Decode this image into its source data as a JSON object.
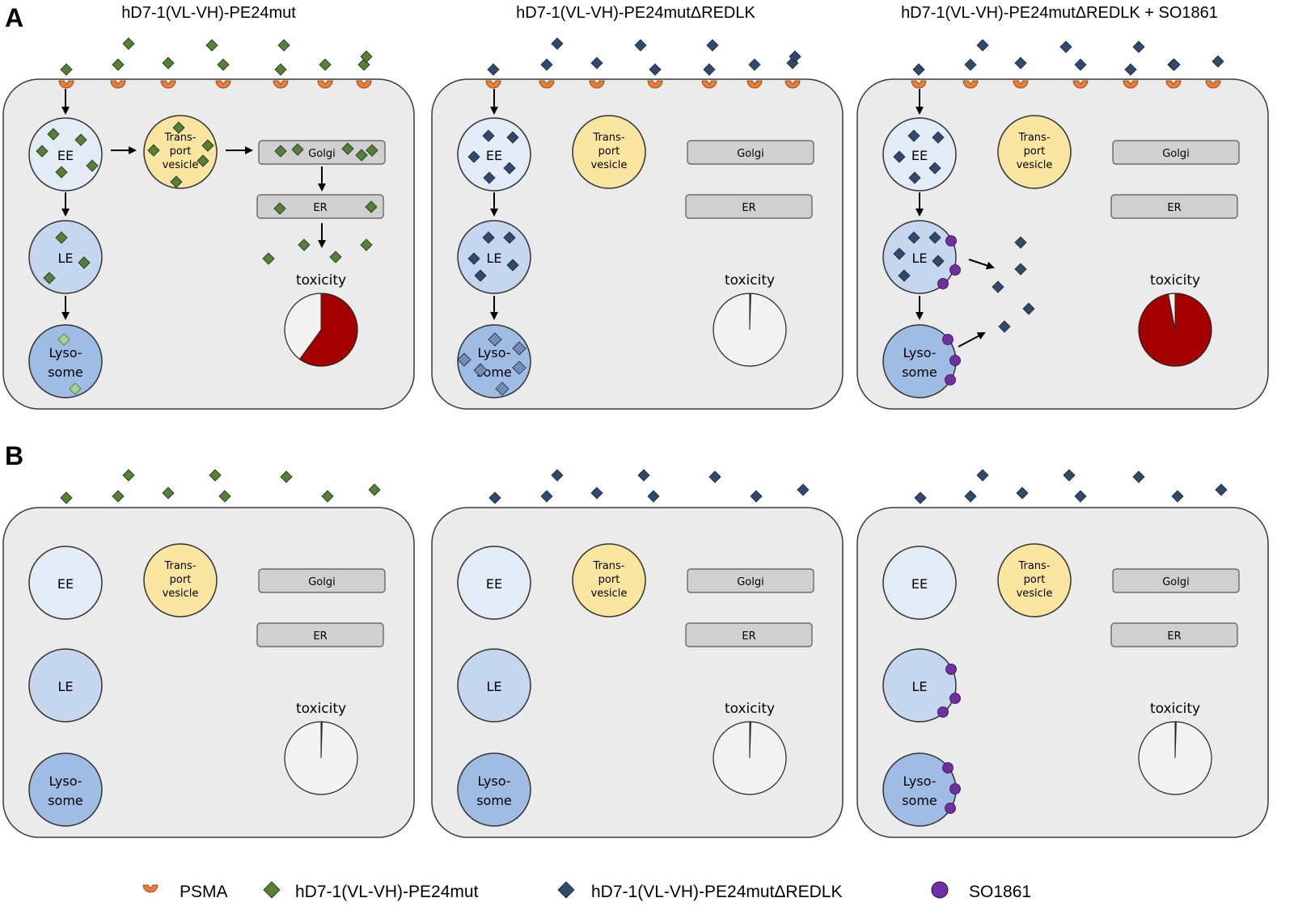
{
  "panel_letters": {
    "a": "A",
    "b": "B"
  },
  "column_titles": [
    "hD7-1(VL-VH)-PE24mut",
    "hD7-1(VL-VH)-PE24mutΔREDLK",
    "hD7-1(VL-VH)-PE24mutΔREDLK + SO1861"
  ],
  "labels": {
    "ee": "EE",
    "le": "LE",
    "lyso_1": "Lyso-",
    "lyso_2": "some",
    "tv_1": "Trans-",
    "tv_2": "port",
    "tv_3": "vesicle",
    "golgi": "Golgi",
    "er": "ER",
    "toxicity": "toxicity"
  },
  "toxicity_fraction": {
    "A": [
      0.6,
      0.005,
      0.97
    ],
    "B": [
      0.005,
      0.005,
      0.005
    ]
  },
  "colors": {
    "cell_fill": "#ebebeb",
    "ee": "#e3ebf7",
    "le": "#c5d7ee",
    "lysosome": "#9fbde4",
    "transport_vesicle": "#fae6a0",
    "organelle_box": "#d0d0d0",
    "psma": "#ed7d31",
    "pe24mut": "#548235",
    "pe24mut_dredlk": "#2f4a70",
    "so1861": "#7030a0",
    "toxicity": "#a50000"
  },
  "legend": [
    {
      "icon": "psma-icon",
      "label": "PSMA"
    },
    {
      "icon": "green-diamond-icon",
      "label": "hD7-1(VL-VH)-PE24mut"
    },
    {
      "icon": "navy-diamond-icon",
      "label": "hD7-1(VL-VH)-PE24mutΔREDLK"
    },
    {
      "icon": "purple-circle-icon",
      "label": "SO1861"
    }
  ]
}
